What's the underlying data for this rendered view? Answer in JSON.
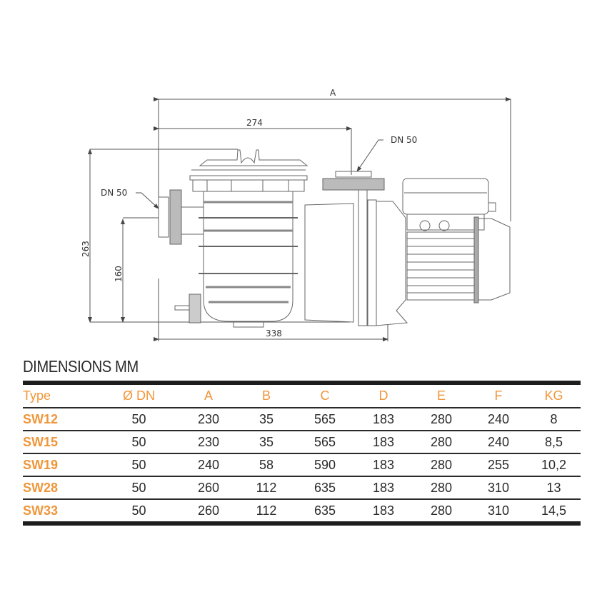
{
  "drawing": {
    "labels": {
      "overall_length": "A",
      "inlet_to_outlet": "274",
      "outlet_dn": "DN 50",
      "inlet_dn": "DN 50",
      "total_height": "263",
      "inlet_height": "160",
      "base_length": "338"
    }
  },
  "section": {
    "title": "DIMENSIONS MM"
  },
  "table": {
    "headers": [
      "Type",
      "Ø DN",
      "A",
      "B",
      "C",
      "D",
      "E",
      "F",
      "KG"
    ],
    "rows": [
      [
        "SW12",
        "50",
        "230",
        "35",
        "565",
        "183",
        "280",
        "240",
        "8"
      ],
      [
        "SW15",
        "50",
        "230",
        "35",
        "565",
        "183",
        "280",
        "240",
        "8,5"
      ],
      [
        "SW19",
        "50",
        "240",
        "58",
        "590",
        "183",
        "280",
        "255",
        "10,2"
      ],
      [
        "SW28",
        "50",
        "260",
        "112",
        "635",
        "183",
        "280",
        "310",
        "13"
      ],
      [
        "SW33",
        "50",
        "260",
        "112",
        "635",
        "183",
        "280",
        "310",
        "14,5"
      ]
    ]
  },
  "colors": {
    "accent": "#f0963a",
    "text": "#2a2a2a",
    "rule": "#1d1d1d"
  }
}
